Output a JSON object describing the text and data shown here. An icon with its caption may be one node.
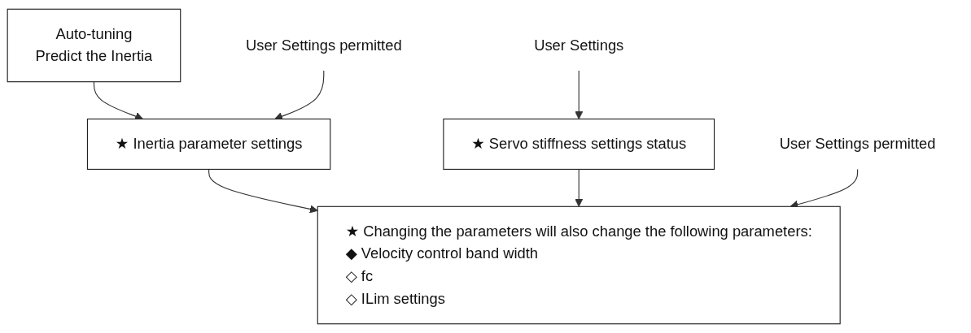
{
  "diagram": {
    "nodes": [
      {
        "text": [
          "Auto-tuning",
          "Predict the Inertia"
        ]
      },
      {
        "text": [
          "User Settings"
        ]
      },
      {
        "text": [
          "User Settings permitted"
        ]
      },
      {
        "text": [
          "★ Inertia parameter settings"
        ]
      },
      {
        "text": [
          "★ Servo stiffness settings status"
        ]
      },
      {
        "text": [
          "User Settings permitted"
        ]
      },
      {
        "text": [
          "★ Changing the parameters will also change the following parameters:",
          "◆ Velocity control band width",
          "◇ fc",
          "◇ ILim settings"
        ]
      }
    ],
    "edges": [
      {
        "from": 0,
        "to": 3,
        "arrow": "to"
      },
      {
        "from": 1,
        "to": 4,
        "arrow": "to"
      },
      {
        "from": 2,
        "to": 3,
        "arrow": "to"
      },
      {
        "from": 3,
        "to": 6,
        "arrow": "to"
      },
      {
        "from": 4,
        "to": 6,
        "arrow": "to"
      },
      {
        "from": 5,
        "to": 6,
        "arrow": "to"
      }
    ]
  }
}
